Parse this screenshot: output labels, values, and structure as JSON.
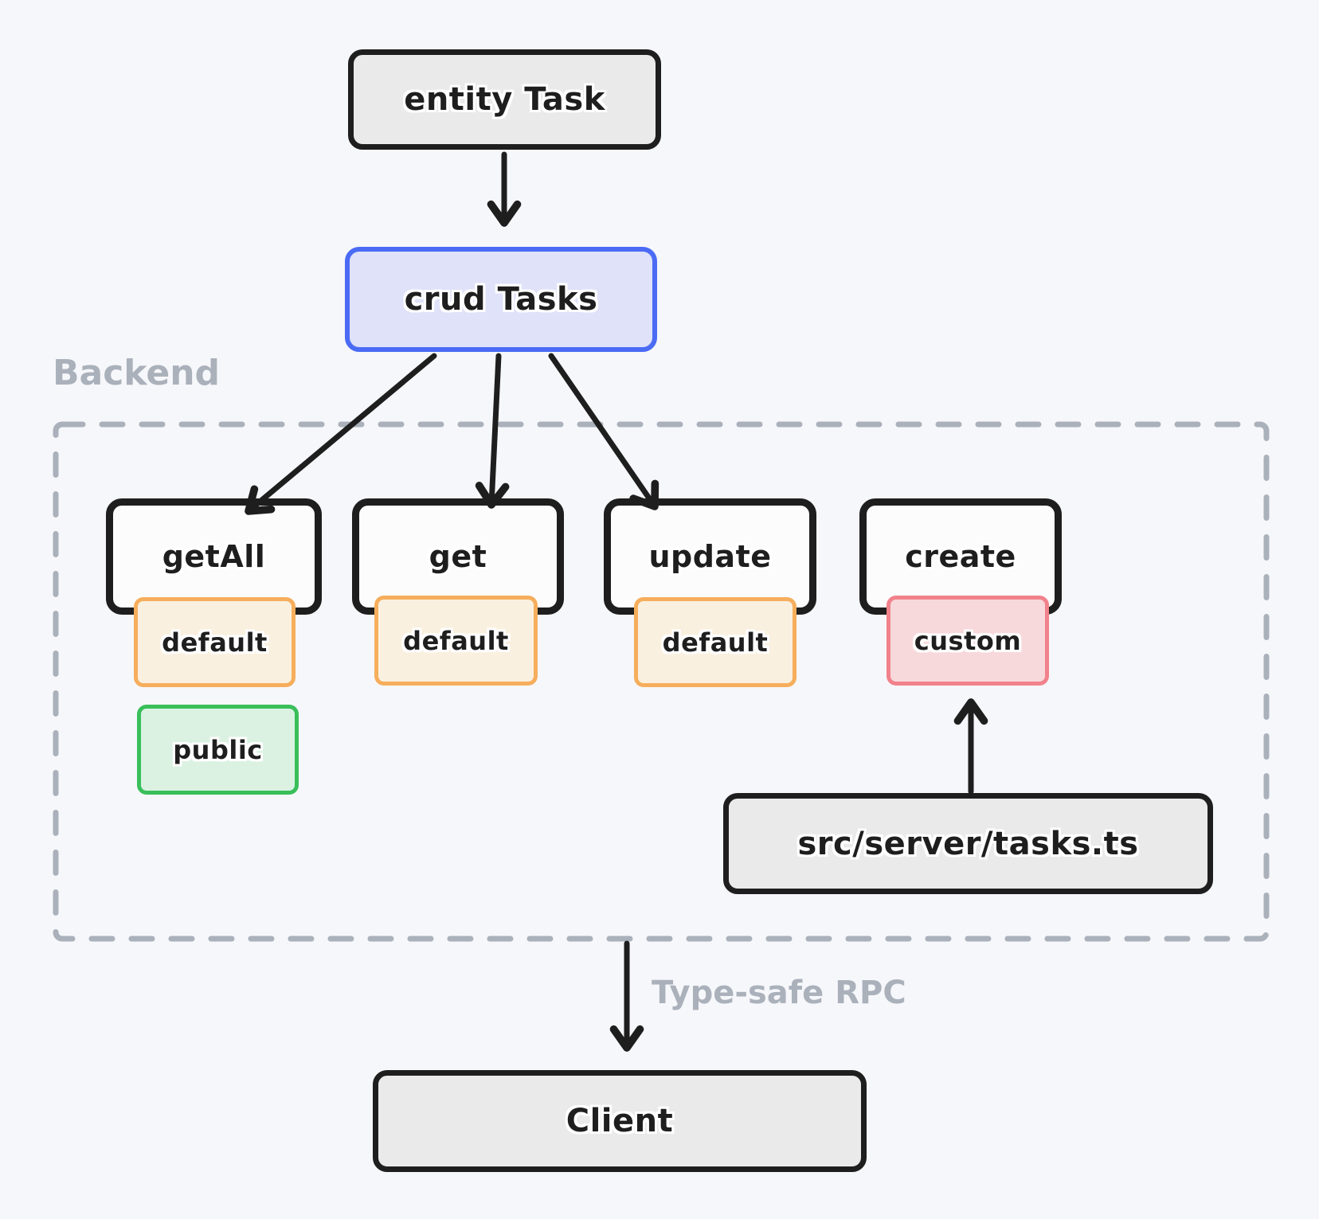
{
  "colors": {
    "background": "#f6f7fa",
    "stroke_dark": "#1e1e1e",
    "box_gray_fill": "#eaeaea",
    "op_box_fill": "#fcfcfd",
    "blue_border": "#4b6bf5",
    "blue_fill": "#dfe2f8",
    "orange_border": "#f6ae5c",
    "orange_fill": "#faf0e0",
    "red_border": "#f1828b",
    "red_fill": "#f7d9dc",
    "green_border": "#39bf5a",
    "green_fill": "#dbf2e2",
    "muted_gray": "#aab1bb"
  },
  "nodes": {
    "entity": {
      "label": "entity Task"
    },
    "crud": {
      "label": "crud Tasks"
    },
    "backend_label": "Backend",
    "operations": [
      {
        "label": "getAll",
        "badges": [
          {
            "label": "default",
            "type": "default"
          },
          {
            "label": "public",
            "type": "public"
          }
        ]
      },
      {
        "label": "get",
        "badges": [
          {
            "label": "default",
            "type": "default"
          }
        ]
      },
      {
        "label": "update",
        "badges": [
          {
            "label": "default",
            "type": "default"
          }
        ]
      },
      {
        "label": "create",
        "badges": [
          {
            "label": "custom",
            "type": "custom"
          }
        ]
      }
    ],
    "server_file": {
      "label": "src/server/tasks.ts"
    },
    "client": {
      "label": "Client"
    },
    "rpc_label": "Type-safe RPC"
  },
  "edges": [
    {
      "from": "entity Task",
      "to": "crud Tasks"
    },
    {
      "from": "crud Tasks",
      "to": "getAll"
    },
    {
      "from": "crud Tasks",
      "to": "get"
    },
    {
      "from": "crud Tasks",
      "to": "update"
    },
    {
      "from": "src/server/tasks.ts",
      "to": "create custom"
    },
    {
      "from": "Backend",
      "to": "Client",
      "label": "Type-safe RPC"
    }
  ]
}
